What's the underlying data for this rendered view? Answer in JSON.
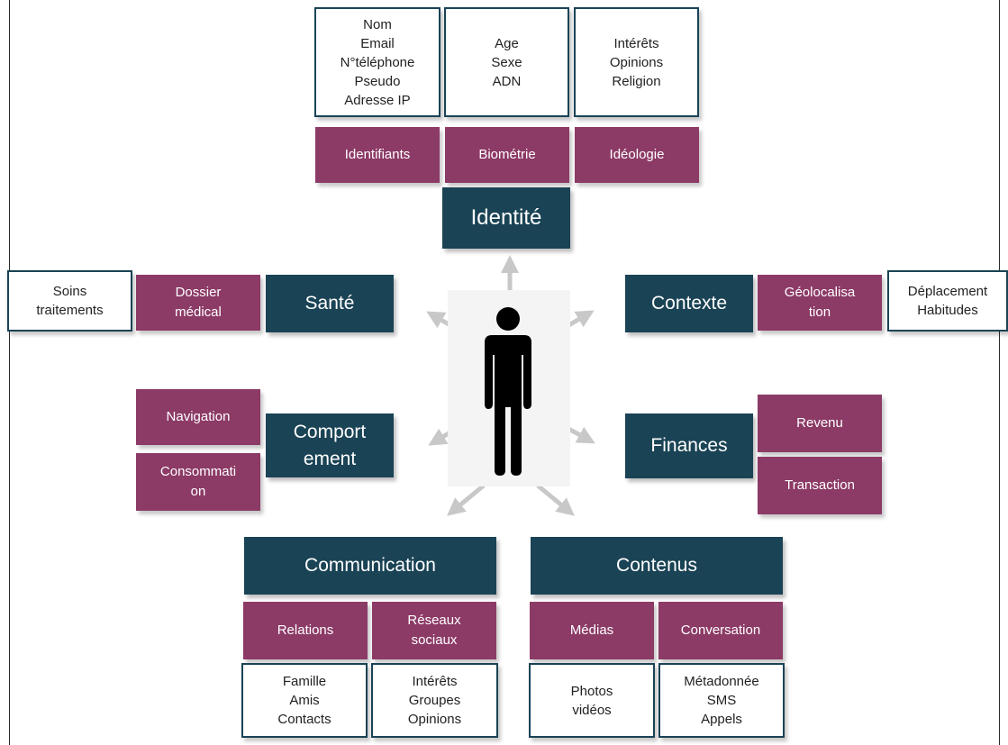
{
  "center": {
    "icon": "person-silhouette-icon",
    "arrow_color": "#c8c8c8"
  },
  "colors": {
    "category": "#1a4355",
    "subcategory": "#8c3a66",
    "example_border": "#1a4355"
  },
  "identite": {
    "title": "Identité",
    "subs": [
      {
        "label": "Identifiants",
        "examples": "Nom\nEmail\nN°téléphone\nPseudo\nAdresse IP"
      },
      {
        "label": "Biométrie",
        "examples": "Age\nSexe\nADN"
      },
      {
        "label": "Idéologie",
        "examples": "Intérêts\nOpinions\nReligion"
      }
    ]
  },
  "sante": {
    "title": "Santé",
    "sub": "Dossier\nmédical",
    "examples": "Soins\ntraitements"
  },
  "contexte": {
    "title": "Contexte",
    "sub": "Géolocalisa\ntion",
    "examples": "Déplacement\nHabitudes"
  },
  "comportement": {
    "title": "Comport\nement",
    "subs": [
      "Navigation",
      "Consommati\non"
    ]
  },
  "finances": {
    "title": "Finances",
    "subs": [
      "Revenu",
      "Transaction"
    ]
  },
  "communication": {
    "title": "Communication",
    "subs": [
      {
        "label": "Relations",
        "examples": "Famille\nAmis\nContacts"
      },
      {
        "label": "Réseaux\nsociaux",
        "examples": "Intérêts\nGroupes\nOpinions"
      }
    ]
  },
  "contenus": {
    "title": "Contenus",
    "subs": [
      {
        "label": "Médias",
        "examples": "Photos\nvidéos"
      },
      {
        "label": "Conversation",
        "examples": "Métadonnée\nSMS\nAppels"
      }
    ]
  }
}
